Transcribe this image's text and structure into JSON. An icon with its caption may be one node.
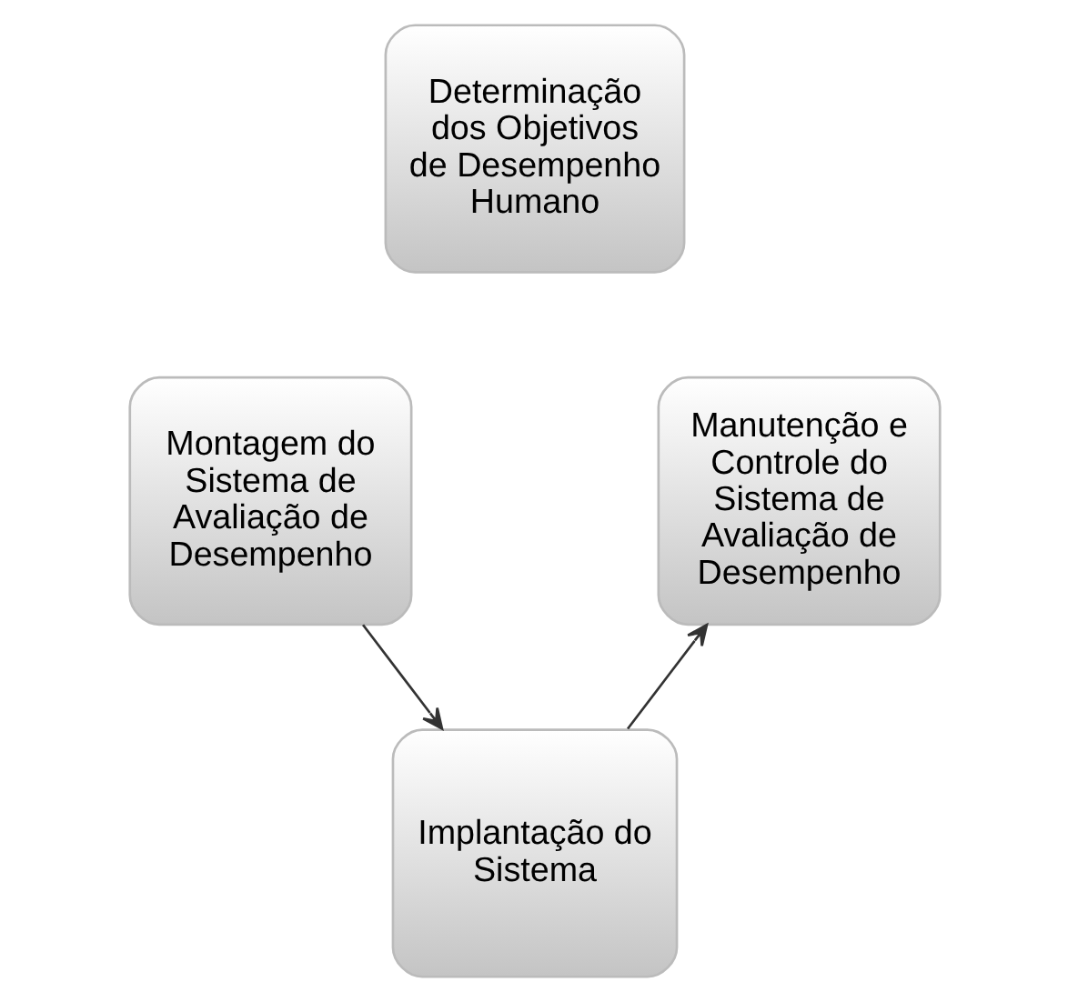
{
  "diagram": {
    "nodes": [
      {
        "text": [
          "Determinação dos Objetivos de Desempenho Humano"
        ]
      },
      {
        "text": [
          "Montagem do Sistema de Avaliação de Desempenho"
        ]
      },
      {
        "text": [
          "Implantação do Sistema"
        ]
      },
      {
        "text": [
          "Manutenção e Controle do Sistema de Avaliação de Desempenho"
        ]
      }
    ],
    "edges": [
      {
        "from": 1,
        "to": 2,
        "arrow": "to"
      },
      {
        "from": 2,
        "to": 3,
        "arrow": "to"
      }
    ]
  }
}
